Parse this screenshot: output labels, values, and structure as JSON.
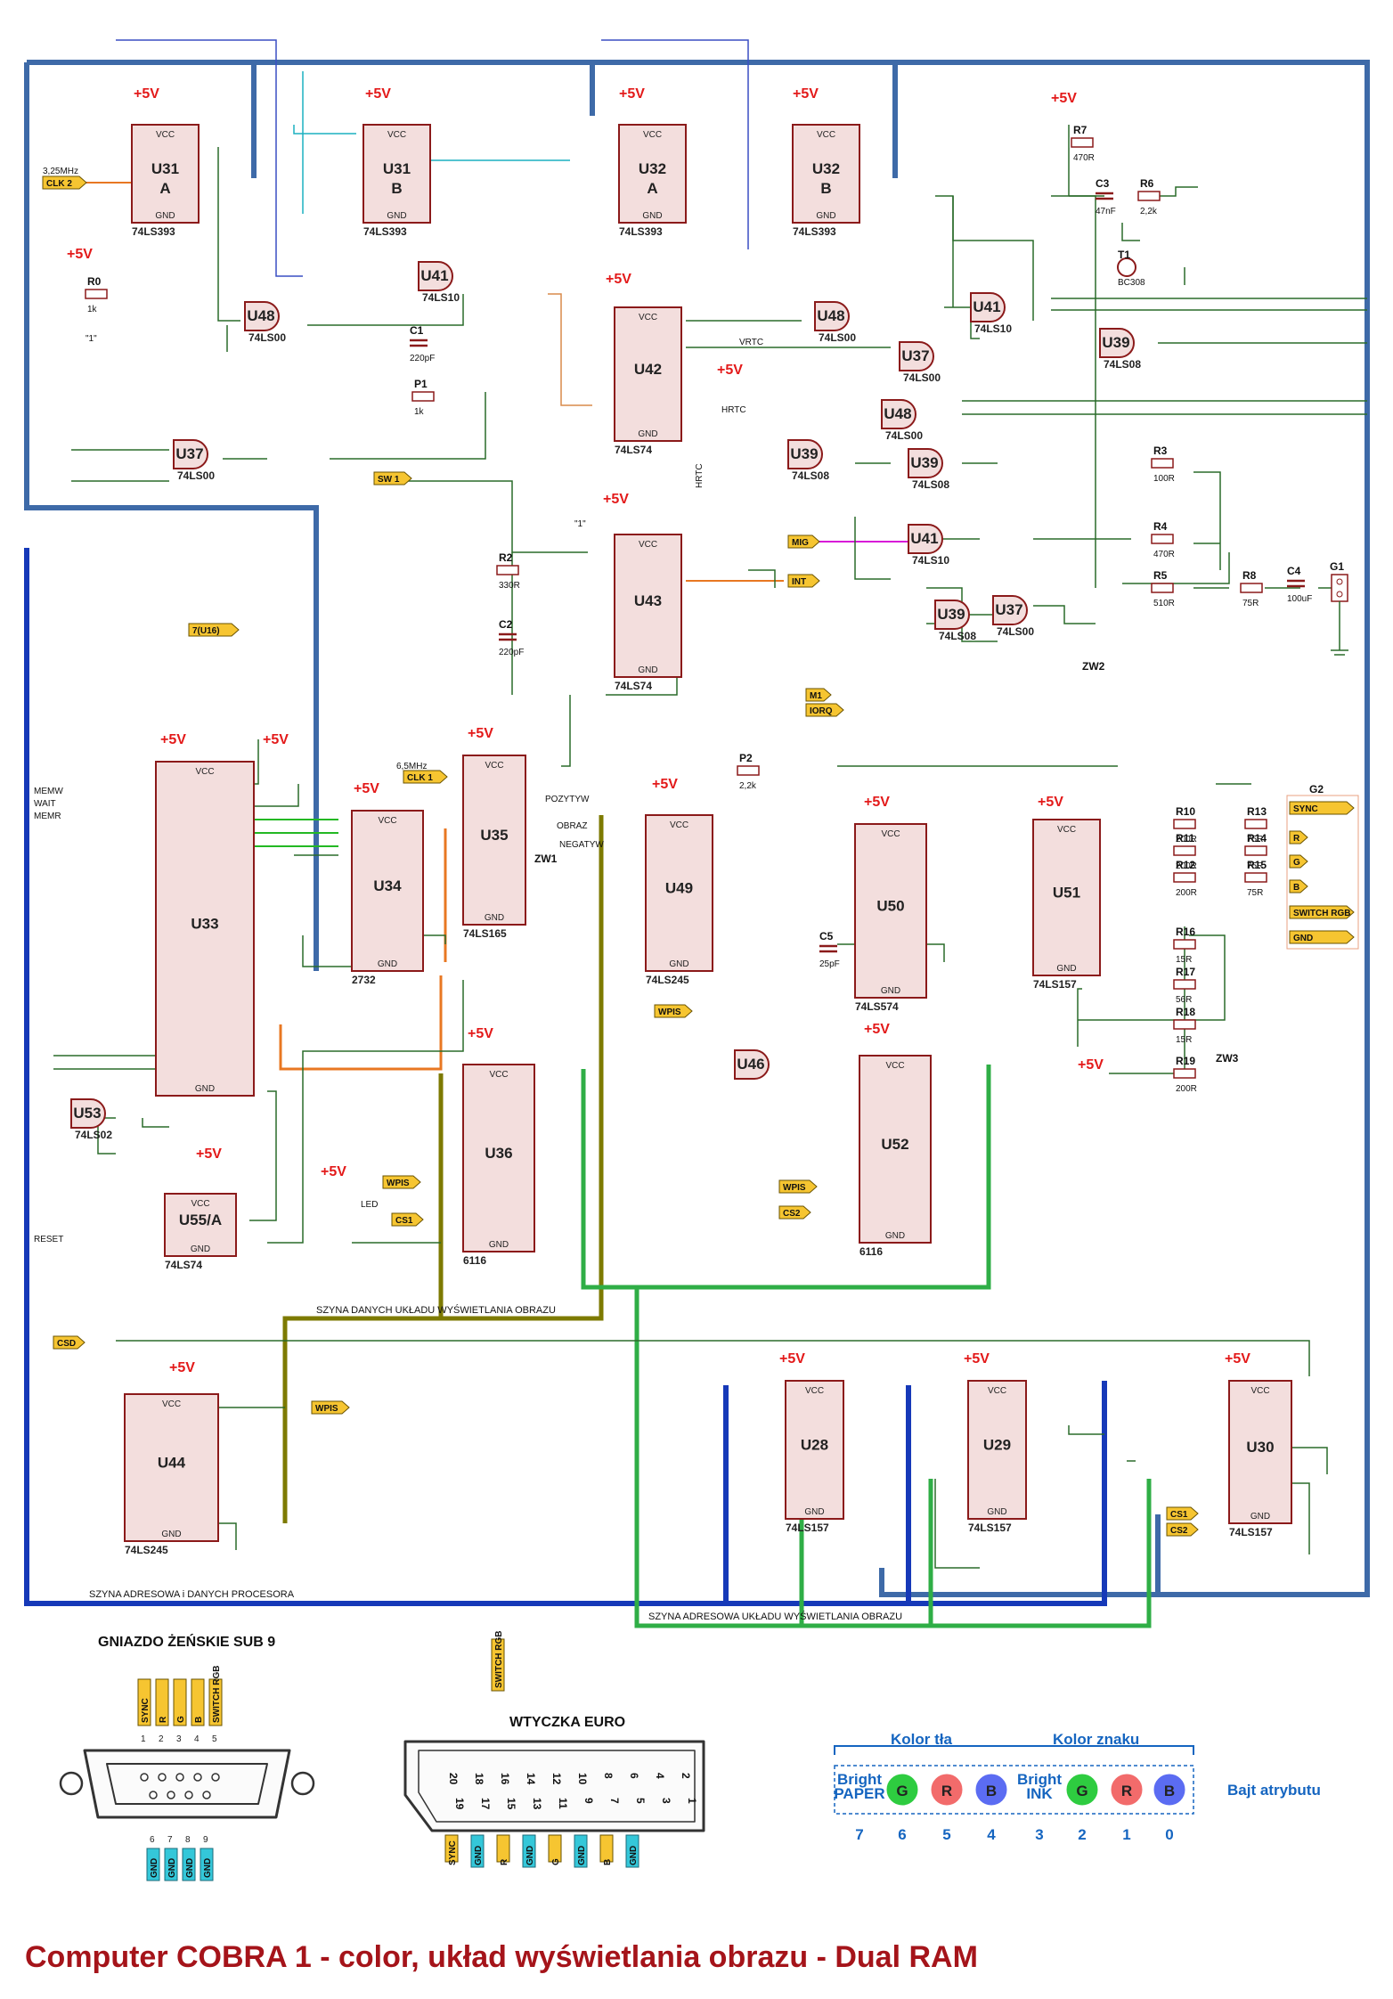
{
  "title": "Computer COBRA 1 - color, układ wyświetlania obrazu  - Dual RAM",
  "power_label": "+5V",
  "buses": {
    "data_display": "SZYNA DANYCH UKŁADU WYŚWIETLANIA OBRAZU",
    "address_cpu": "SZYNA ADRESOWA i DANYCH PROCESORA",
    "address_display": "SZYNA ADRESOWA UKŁADU WYŚWIETLANIA OBRAZU"
  },
  "chips": [
    {
      "ref": "U31",
      "sub": "A",
      "type": "74LS393"
    },
    {
      "ref": "U31",
      "sub": "B",
      "type": "74LS393"
    },
    {
      "ref": "U32",
      "sub": "A",
      "type": "74LS393"
    },
    {
      "ref": "U32",
      "sub": "B",
      "type": "74LS393"
    },
    {
      "ref": "U42",
      "sub": "",
      "type": "74LS74"
    },
    {
      "ref": "U43",
      "sub": "",
      "type": "74LS74"
    },
    {
      "ref": "U33",
      "sub": "",
      "type": ""
    },
    {
      "ref": "U34",
      "sub": "",
      "type": "2732"
    },
    {
      "ref": "U35",
      "sub": "",
      "type": "74LS165"
    },
    {
      "ref": "U49",
      "sub": "",
      "type": "74LS245"
    },
    {
      "ref": "U50",
      "sub": "",
      "type": "74LS574"
    },
    {
      "ref": "U51",
      "sub": "",
      "type": "74LS157"
    },
    {
      "ref": "U52",
      "sub": "",
      "type": "6116"
    },
    {
      "ref": "U36",
      "sub": "",
      "type": "6116"
    },
    {
      "ref": "U44",
      "sub": "",
      "type": "74LS245"
    },
    {
      "ref": "U28",
      "sub": "",
      "type": "74LS157"
    },
    {
      "ref": "U29",
      "sub": "",
      "type": "74LS157"
    },
    {
      "ref": "U30",
      "sub": "",
      "type": "74LS157"
    },
    {
      "ref": "U55/A",
      "sub": "",
      "type": "74LS74"
    }
  ],
  "gates": [
    {
      "ref": "U41",
      "type": "74LS10"
    },
    {
      "ref": "U48",
      "type": "74LS00"
    },
    {
      "ref": "U37",
      "type": "74LS00"
    },
    {
      "ref": "U39",
      "type": "74LS08"
    },
    {
      "ref": "U53",
      "type": "74LS02"
    },
    {
      "ref": "U46",
      "type": ""
    }
  ],
  "passives": [
    {
      "ref": "R0",
      "value": "1k"
    },
    {
      "ref": "C1",
      "value": "220pF"
    },
    {
      "ref": "P1",
      "value": "1k"
    },
    {
      "ref": "R2",
      "value": "330R"
    },
    {
      "ref": "C2",
      "value": "220pF"
    },
    {
      "ref": "R7",
      "value": "470R"
    },
    {
      "ref": "C3",
      "value": "47nF"
    },
    {
      "ref": "R6",
      "value": "2,2k"
    },
    {
      "ref": "T1",
      "value": "BC308"
    },
    {
      "ref": "R3",
      "value": "100R"
    },
    {
      "ref": "R4",
      "value": "470R"
    },
    {
      "ref": "R5",
      "value": "510R"
    },
    {
      "ref": "R8",
      "value": "75R"
    },
    {
      "ref": "C4",
      "value": "100uF"
    },
    {
      "ref": "P2",
      "value": "2,2k"
    },
    {
      "ref": "R10",
      "value": "200R"
    },
    {
      "ref": "R11",
      "value": "200R"
    },
    {
      "ref": "R12",
      "value": "200R"
    },
    {
      "ref": "R13",
      "value": "75R"
    },
    {
      "ref": "R14",
      "value": "75R"
    },
    {
      "ref": "R15",
      "value": "75R"
    },
    {
      "ref": "R16",
      "value": "15R"
    },
    {
      "ref": "R17",
      "value": "56R"
    },
    {
      "ref": "R18",
      "value": "15R"
    },
    {
      "ref": "R19",
      "value": "200R"
    },
    {
      "ref": "C5",
      "value": "25pF"
    }
  ],
  "signals": {
    "clk2": "CLK 2",
    "clk2_freq": "3,25MHz",
    "clk1": "CLK 1",
    "clk1_freq": "6,5MHz",
    "sw1": "SW 1",
    "mig": "MIG",
    "int": "INT",
    "m1": "M1",
    "iorq": "IORQ",
    "wpis": "WPIS",
    "cs1": "CS1",
    "cs2": "CS2",
    "csd": "CSD",
    "u16": "7(U16)",
    "one": "\"1\"",
    "led": "LED",
    "reset": "RESET",
    "memw": "MEMW",
    "wait": "WAIT",
    "memr": "MEMR",
    "hrtc": "HRTC",
    "vrtc": "VRTC"
  },
  "connector_g2": {
    "ref": "G2",
    "pins": [
      "SYNC",
      "R",
      "G",
      "B",
      "SWITCH RGB",
      "GND"
    ]
  },
  "connector_g1": "G1",
  "jumpers": [
    "ZW1",
    "ZW2",
    "ZW3"
  ],
  "zw1_labels": [
    "POZYTYW",
    "OBRAZ",
    "NEGATYW"
  ],
  "sub9": {
    "heading": "GNIAZDO ŻEŃSKIE SUB 9",
    "top_pins": [
      "1",
      "2",
      "3",
      "4",
      "5"
    ],
    "bottom_pins": [
      "6",
      "7",
      "8",
      "9"
    ],
    "top_tags": [
      "SYNC",
      "R",
      "G",
      "B",
      "SWITCH RGB"
    ],
    "bottom_tags": [
      "GND",
      "GND",
      "GND",
      "GND"
    ]
  },
  "euro": {
    "heading": "WTYCZKA EURO",
    "top_pins": [
      "20",
      "18",
      "16",
      "14",
      "12",
      "10",
      "8",
      "6",
      "4",
      "2"
    ],
    "bottom_pins": [
      "19",
      "17",
      "15",
      "13",
      "11",
      "9",
      "7",
      "5",
      "3",
      "1"
    ],
    "top_tag": "SWITCH RGB",
    "bottom_tags": [
      "SYNC",
      "GND",
      "R",
      "GND",
      "G",
      "GND",
      "B",
      "GND"
    ]
  },
  "legend": {
    "bg_header": "Kolor tła",
    "fg_header": "Kolor znaku",
    "byte_label": "Bajt atrybutu",
    "cells": [
      {
        "text": "Bright PAPER",
        "kind": "text",
        "color": ""
      },
      {
        "text": "G",
        "kind": "ball",
        "color": "#2ecc40"
      },
      {
        "text": "R",
        "kind": "ball",
        "color": "#f26b6b"
      },
      {
        "text": "B",
        "kind": "ball",
        "color": "#5b6cf2"
      },
      {
        "text": "Bright INK",
        "kind": "text",
        "color": ""
      },
      {
        "text": "G",
        "kind": "ball",
        "color": "#2ecc40"
      },
      {
        "text": "R",
        "kind": "ball",
        "color": "#f26b6b"
      },
      {
        "text": "B",
        "kind": "ball",
        "color": "#5b6cf2"
      }
    ],
    "bits": [
      "7",
      "6",
      "5",
      "4",
      "3",
      "2",
      "1",
      "0"
    ]
  },
  "colors": {
    "frame_blue": "#3e6aa8",
    "bus_olive": "#7d7a00",
    "bus_green": "#2fae46",
    "bus_navy": "#1639b8",
    "chip_fill": "#f3dedd",
    "chip_border": "#8b1a1a",
    "tag_fill": "#f6c531",
    "title_red": "#a5141a"
  }
}
